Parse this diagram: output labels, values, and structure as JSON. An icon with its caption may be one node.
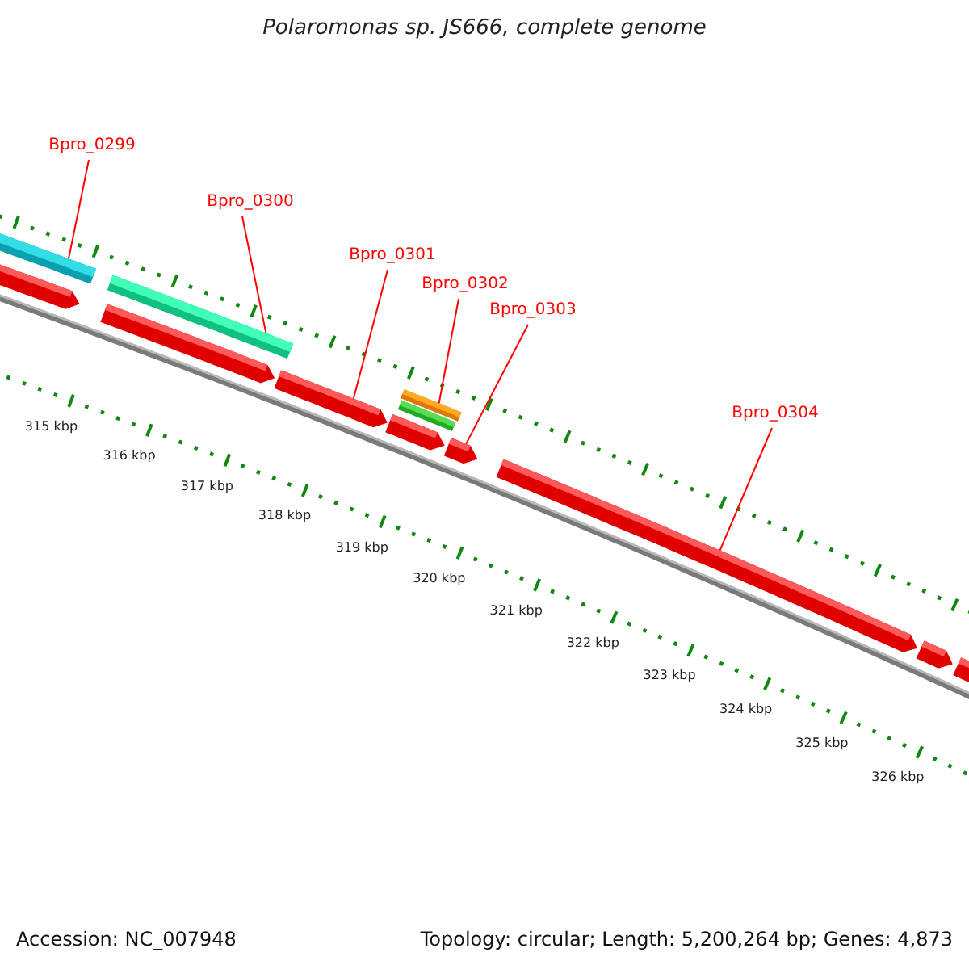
{
  "diagram": {
    "title": "Polaromonas sp. JS666, complete genome",
    "nodes": [
      {
        "text": [
          "Bpro_0299"
        ]
      },
      {
        "text": [
          "Bpro_0300"
        ]
      },
      {
        "text": [
          "Bpro_0301"
        ]
      },
      {
        "text": [
          "Bpro_0302"
        ]
      },
      {
        "text": [
          "Bpro_0303"
        ]
      },
      {
        "text": [
          "Bpro_0304"
        ]
      },
      {
        "text": [],
        "shape": "bar"
      },
      {
        "text": [],
        "shape": "arrow"
      },
      {
        "text": [],
        "shape": "bar"
      },
      {
        "text": [],
        "shape": "arrow"
      },
      {
        "text": [],
        "shape": "arrow"
      },
      {
        "text": [],
        "shape": "arrow"
      },
      {
        "text": [],
        "shape": "bar"
      },
      {
        "text": [],
        "shape": "bar"
      },
      {
        "text": [],
        "shape": "arrow"
      },
      {
        "text": [],
        "shape": "arrow"
      },
      {
        "text": [],
        "shape": "arrow"
      },
      {
        "text": [],
        "shape": "arrow"
      }
    ],
    "edges": [
      {
        "from": 0,
        "to": 6,
        "arrow": "none"
      },
      {
        "from": 1,
        "to": 8,
        "arrow": "none"
      },
      {
        "from": 2,
        "to": 10,
        "arrow": "none"
      },
      {
        "from": 3,
        "to": 12,
        "arrow": "none"
      },
      {
        "from": 4,
        "to": 14,
        "arrow": "none"
      },
      {
        "from": 5,
        "to": 15,
        "arrow": "none"
      }
    ],
    "labels": [
      "315 kbp",
      "316 kbp",
      "317 kbp",
      "318 kbp",
      "319 kbp",
      "320 kbp",
      "321 kbp",
      "322 kbp",
      "323 kbp",
      "324 kbp",
      "325 kbp",
      "326 kbp",
      "Accession: NC_007948",
      "Topology: circular; Length: 5,200,264 bp; Genes: 4,873"
    ]
  }
}
